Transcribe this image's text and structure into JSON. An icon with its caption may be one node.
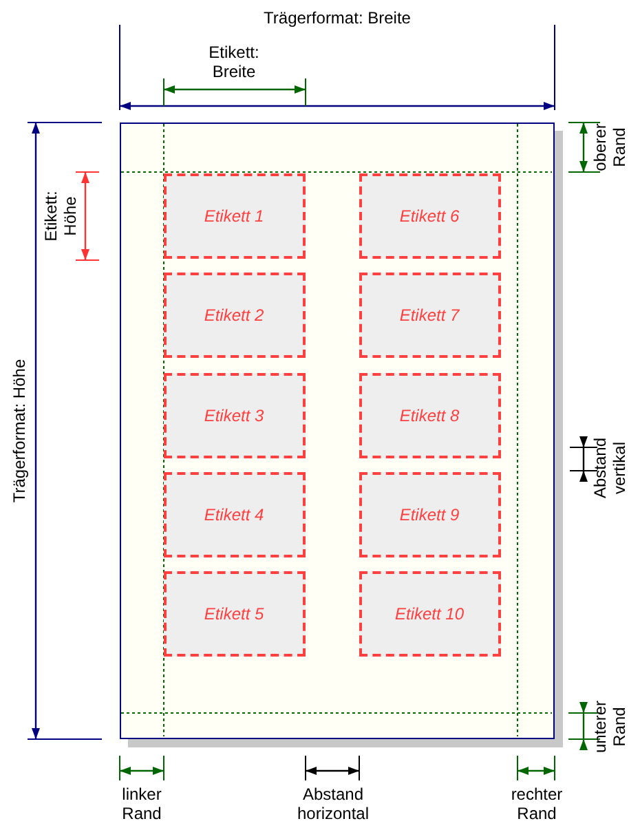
{
  "diagram": {
    "nodes": [
      {
        "text": [],
        "shape": "box"
      },
      {
        "text": [
          "Etikett 1"
        ],
        "in": 0
      },
      {
        "text": [
          "Etikett 2"
        ],
        "in": 0
      },
      {
        "text": [
          "Etikett 3"
        ],
        "in": 0
      },
      {
        "text": [
          "Etikett 4"
        ],
        "in": 0
      },
      {
        "text": [
          "Etikett 5"
        ],
        "in": 0
      },
      {
        "text": [
          "Etikett 6"
        ],
        "in": 0
      },
      {
        "text": [
          "Etikett 7"
        ],
        "in": 0
      },
      {
        "text": [
          "Etikett 8"
        ],
        "in": 0
      },
      {
        "text": [
          "Etikett 9"
        ],
        "in": 0
      },
      {
        "text": [
          "Etikett 10"
        ],
        "in": 0
      }
    ],
    "labels": [
      "Trägerformat: Breite",
      "Etikett: Breite",
      "Trägerformat: Höhe",
      "Etikett: Höhe",
      "oberer Rand",
      "Abstand vertikal",
      "unterer Rand",
      "linker Rand",
      "Abstand horizontal",
      "rechter Rand"
    ]
  }
}
